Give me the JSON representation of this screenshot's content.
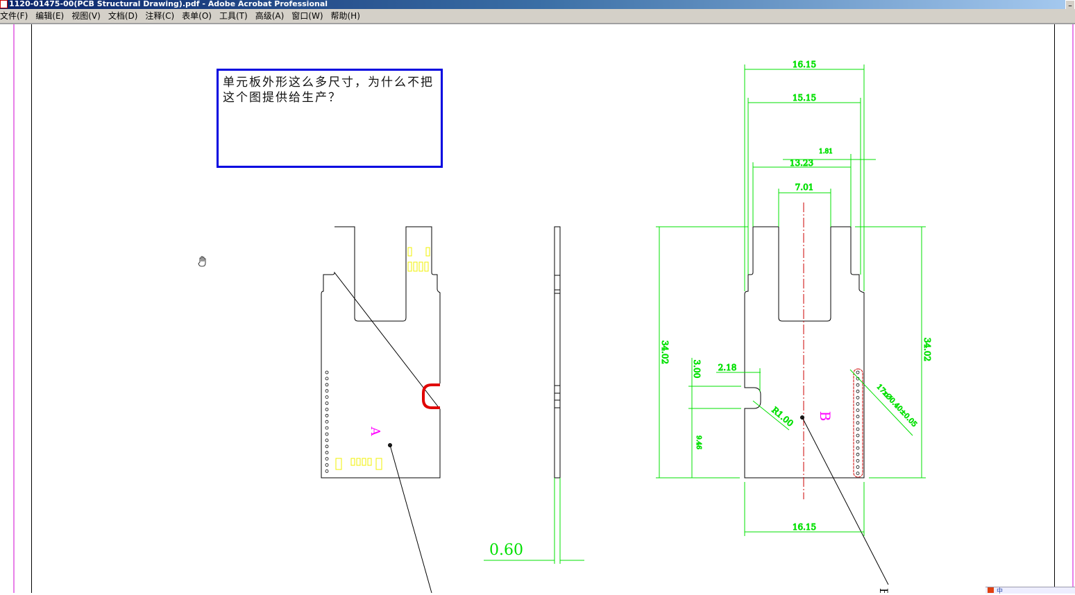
{
  "window": {
    "title": "1120-01475-00(PCB Structural Drawing).pdf - Adobe Acrobat Professional",
    "minimize_label": "_"
  },
  "menu": [
    "文件(F)",
    "编辑(E)",
    "视图(V)",
    "文档(D)",
    "注释(C)",
    "表单(O)",
    "工具(T)",
    "高级(A)",
    "窗口(W)",
    "帮助(H)"
  ],
  "note": {
    "text": "单元板外形这么多尺寸，为什么不把这个图提供给生产？"
  },
  "drawing": {
    "colors": {
      "dimension": "#00e000",
      "outline": "#000000",
      "centerline": "#cc0000",
      "label": "#ff00ff",
      "pads": "#ffff00",
      "note_border": "#0000e0"
    },
    "dims": {
      "top_width": "16.15",
      "width2": "15.15",
      "width3": "13.23",
      "small": "1.81",
      "slot": "7.01",
      "height_left": "34.02",
      "height_right": "34.02",
      "notch_depth": "2.18",
      "notch_width": "3.00",
      "notch_offset": "9.46",
      "radius": "R1.00",
      "holes": "17xØ0.40±0.05",
      "bottom_width": "16.15",
      "thickness": "0.60"
    },
    "labels": {
      "side_a": "A",
      "side_b": "B",
      "callout_b": "B"
    }
  },
  "tray": {
    "ime": "中"
  }
}
